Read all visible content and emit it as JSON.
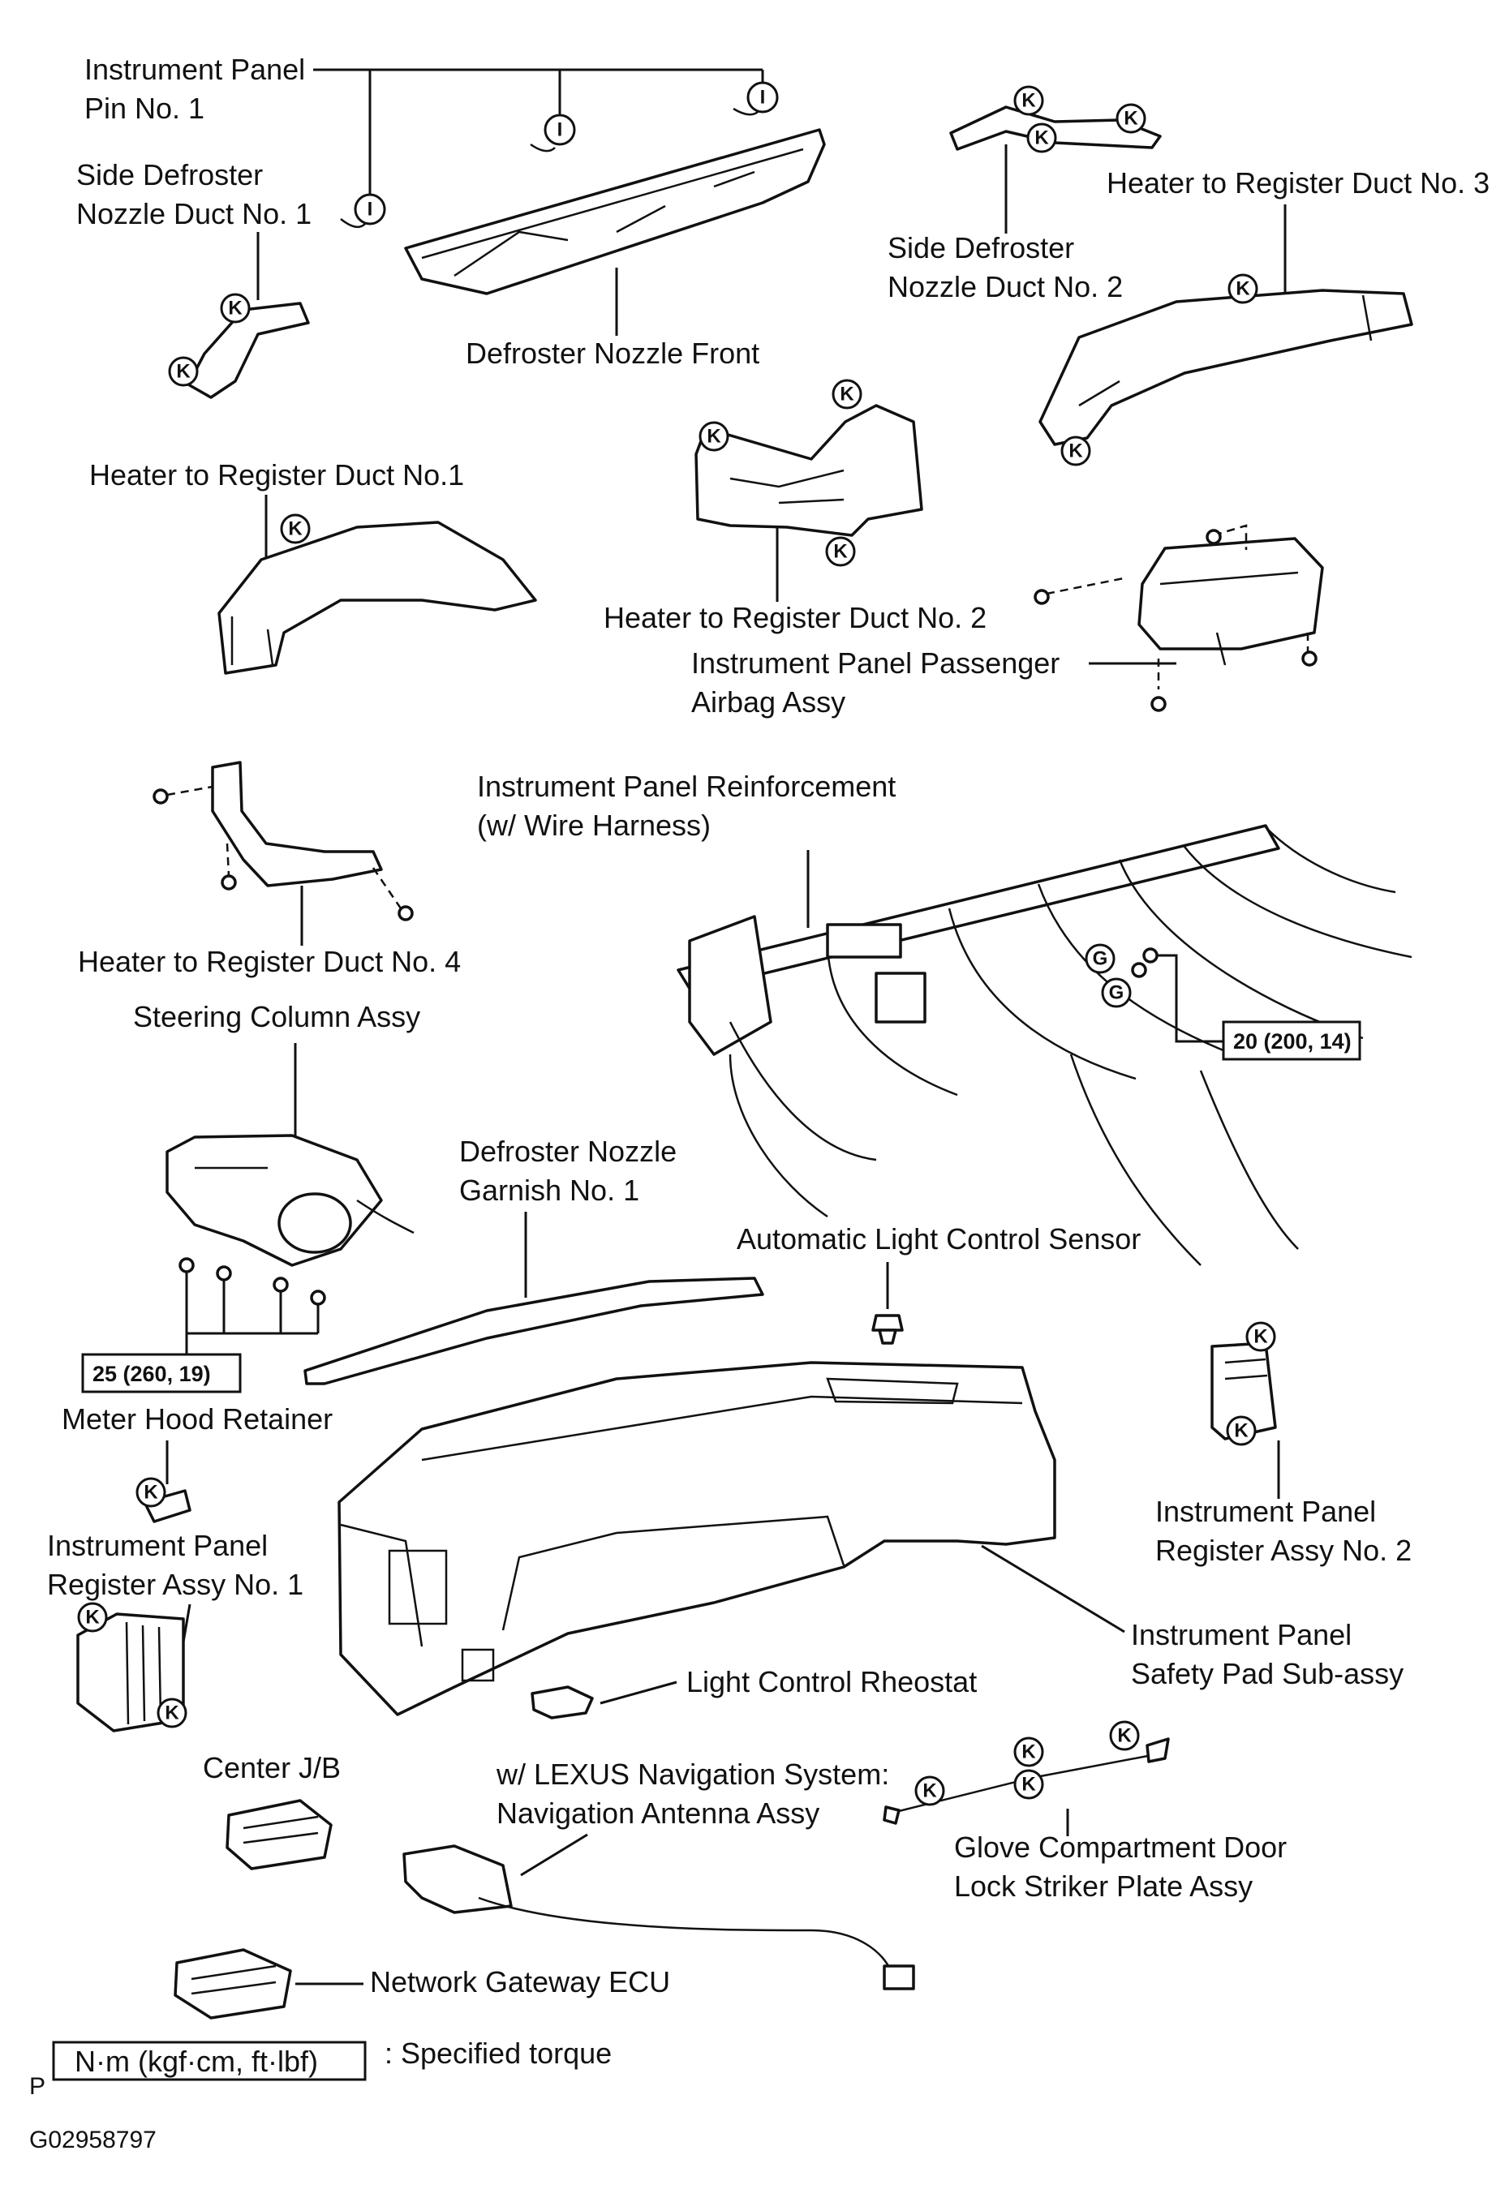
{
  "labels": {
    "instrument_panel_pin": [
      "Instrument Panel",
      "Pin No. 1"
    ],
    "side_defroster_1": [
      "Side Defroster",
      "Nozzle Duct No. 1"
    ],
    "defroster_nozzle_front": "Defroster Nozzle Front",
    "side_defroster_2": [
      "Side Defroster",
      "Nozzle Duct No. 2"
    ],
    "heater_duct_3": "Heater to Register Duct No. 3",
    "heater_duct_1": "Heater to Register Duct No.1",
    "heater_duct_2": "Heater to Register Duct No. 2",
    "passenger_airbag": [
      "Instrument Panel Passenger",
      "Airbag Assy"
    ],
    "ip_reinforcement": [
      "Instrument Panel Reinforcement",
      "(w/ Wire Harness)"
    ],
    "heater_duct_4": "Heater to Register Duct No. 4",
    "steering_column": "Steering Column Assy",
    "defroster_garnish": [
      "Defroster Nozzle",
      "Garnish No. 1"
    ],
    "auto_light_sensor": "Automatic Light Control Sensor",
    "meter_hood_retainer": "Meter Hood Retainer",
    "register_assy_1": [
      "Instrument Panel",
      "Register Assy No. 1"
    ],
    "register_assy_2": [
      "Instrument Panel",
      "Register Assy No. 2"
    ],
    "safety_pad": [
      "Instrument Panel",
      "Safety Pad  Sub-assy"
    ],
    "light_rheostat": "Light Control Rheostat",
    "center_jb": "Center J/B",
    "nav_antenna": [
      "w/ LEXUS Navigation System:",
      "Navigation Antenna Assy"
    ],
    "glove_striker": [
      "Glove Compartment Door",
      "Lock Striker Plate Assy"
    ],
    "network_gateway": "Network Gateway ECU"
  },
  "torque": {
    "reinforcement": "20 (200, 14)",
    "steering_column": "25 (260, 19)"
  },
  "legend": {
    "unit_box": "N·m (kgf·cm, ft·lbf)",
    "unit_desc": ": Specified torque",
    "p_mark": "P"
  },
  "clip_letters": {
    "pin": "I",
    "clip_k": "K",
    "clip_g": "G"
  },
  "figure_id": "G02958797"
}
